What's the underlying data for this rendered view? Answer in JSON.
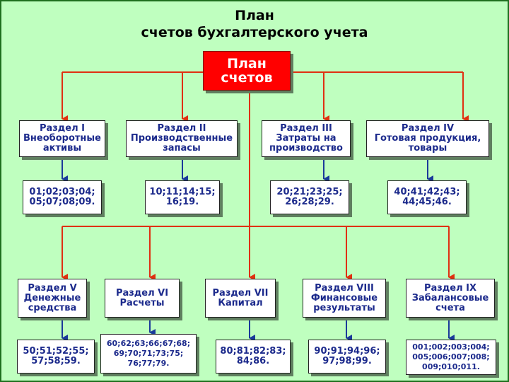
{
  "title": {
    "line1": "План",
    "line2": "счетов бухгалтерского учета"
  },
  "root": {
    "label": "План\nсчетов"
  },
  "sections_top": [
    {
      "label": "Раздел I\nВнеоборотные\nактивы",
      "accounts": "01;02;03;04;\n05;07;08;09."
    },
    {
      "label": "Раздел II\nПроизводственные\nзапасы",
      "accounts": "10;11;14;15;\n16;19."
    },
    {
      "label": "Раздел III\nЗатраты на\nпроизводство",
      "accounts": "20;21;23;25;\n26;28;29."
    },
    {
      "label": "Раздел IV\nГотовая продукция,\nтовары",
      "accounts": "40;41;42;43;\n44;45;46."
    }
  ],
  "sections_bottom": [
    {
      "label": "Раздел V\nДенежные\nсредства",
      "accounts": "50;51;52;55;\n57;58;59."
    },
    {
      "label": "Раздел VI\nРасчеты",
      "accounts": "60;62;63;66;67;68;\n69;70;71;73;75;\n76;77;79."
    },
    {
      "label": "Раздел VII\nКапитал",
      "accounts": "80;81;82;83;\n84;86."
    },
    {
      "label": "Раздел VIII\nФинансовые\nрезультаты",
      "accounts": "90;91;94;96;\n97;98;99."
    },
    {
      "label": "Раздел IX\nЗабалансовые\nсчета",
      "accounts": "001;002;003;004;\n005;006;007;008;\n009;010;011."
    }
  ],
  "colors": {
    "background": "#bfffbf",
    "root_fill": "#ff0000",
    "connector_red": "#e03010",
    "connector_blue": "#1a3a9a",
    "text_blue": "#1c2a8c"
  }
}
